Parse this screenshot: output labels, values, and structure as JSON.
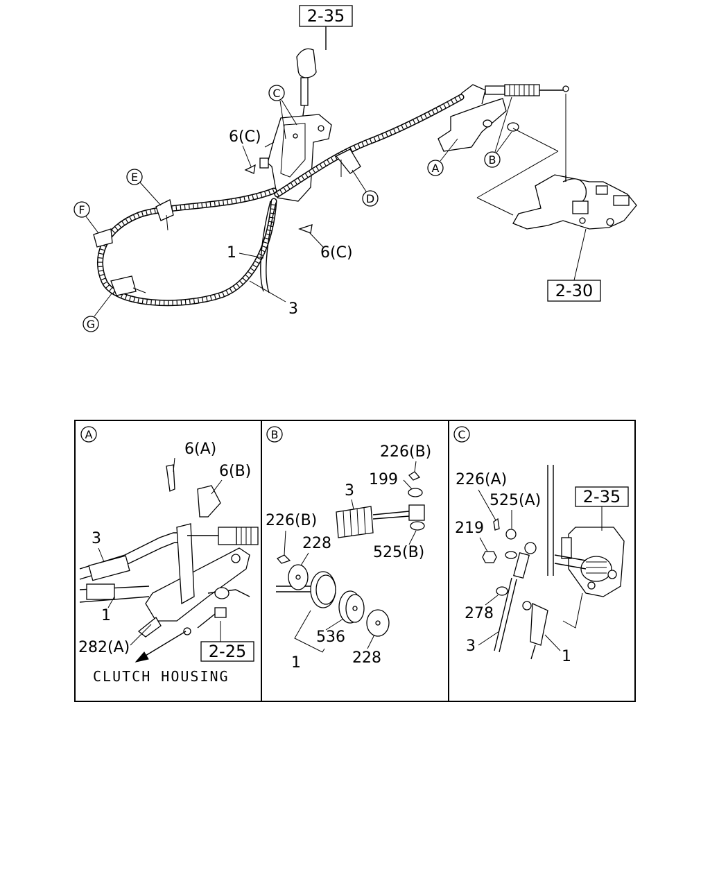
{
  "overview": {
    "ref_top": "2-35",
    "ref_right": "2-30",
    "callouts": {
      "c": "C",
      "a": "A",
      "b": "B",
      "d": "D",
      "e": "E",
      "f": "F",
      "g": "G"
    },
    "part_6c_upper": "6(C)",
    "part_6c_lower": "6(C)",
    "part_1": "1",
    "part_3": "3"
  },
  "detail_a": {
    "tag": "A",
    "label_6a": "6(A)",
    "label_6b": "6(B)",
    "label_3": "3",
    "label_1": "1",
    "label_282a": "282(A)",
    "ref_box": "2-25",
    "caption": "CLUTCH HOUSING"
  },
  "detail_b": {
    "tag": "B",
    "label_226b_top": "226(B)",
    "label_199": "199",
    "label_3": "3",
    "label_226b_left": "226(B)",
    "label_228_top": "228",
    "label_525b": "525(B)",
    "label_536": "536",
    "label_228_bottom": "228",
    "label_1": "1"
  },
  "detail_c": {
    "tag": "C",
    "label_226a": "226(A)",
    "label_525a": "525(A)",
    "ref_box": "2-35",
    "label_219": "219",
    "label_278": "278",
    "label_3": "3",
    "label_1": "1"
  }
}
